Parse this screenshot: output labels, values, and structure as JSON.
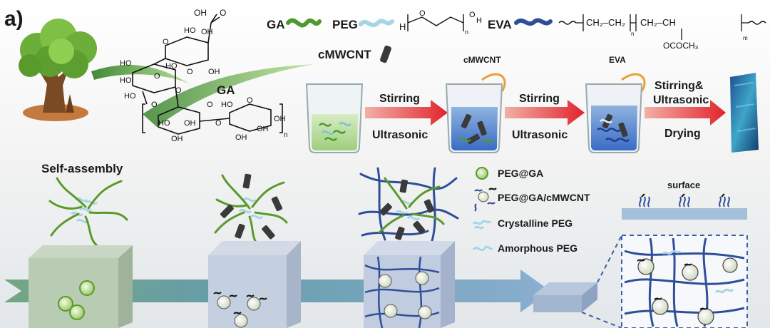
{
  "panel_label": "a)",
  "legend_top": {
    "ga": "GA",
    "peg": "PEG",
    "peg_formula": {
      "h": "H",
      "o1": "O",
      "n": "n",
      "o2": "O",
      "h2": "H"
    },
    "eva": "EVA",
    "eva_formula": {
      "segment1": "CH₂–CH₂",
      "n": "n",
      "segment2": "CH₂–CH",
      "sub": "OCOCH₃",
      "m": "m"
    },
    "cmwcnt": "cMWCNT"
  },
  "molecule": {
    "label": "GA",
    "groups": [
      "HO",
      "O",
      "OH",
      "HO",
      "O",
      "HO",
      "OH",
      "HO",
      "O",
      "O",
      "HO",
      "O",
      "O",
      "HO",
      "OH",
      "OH",
      "HO",
      "O",
      "O",
      "OH",
      "OH",
      "OH"
    ],
    "carboxyl": "OH",
    "carbonyl_o": "O",
    "n": "n"
  },
  "process": {
    "beaker2_label": "cMWCNT",
    "beaker3_label": "EVA",
    "step1": [
      "Stirring",
      "Ultrasonic"
    ],
    "step2": [
      "Stirring",
      "Ultrasonic"
    ],
    "step3": [
      "Stirring&",
      "Ultrasonic",
      "Drying"
    ]
  },
  "bottom": {
    "self_assembly": "Self-assembly",
    "legend": [
      "PEG@GA",
      "PEG@GA/cMWCNT",
      "Crystalline PEG",
      "Amorphous PEG"
    ],
    "surface": "surface"
  },
  "colors": {
    "ga_green": "#4e9a2e",
    "peg_blue": "#a8d4e6",
    "eva_navy": "#2f4e9a",
    "arrow_red": "#e0242c",
    "cnt_dark": "#3a3a3a",
    "band_teal": "#5a9ba8"
  }
}
